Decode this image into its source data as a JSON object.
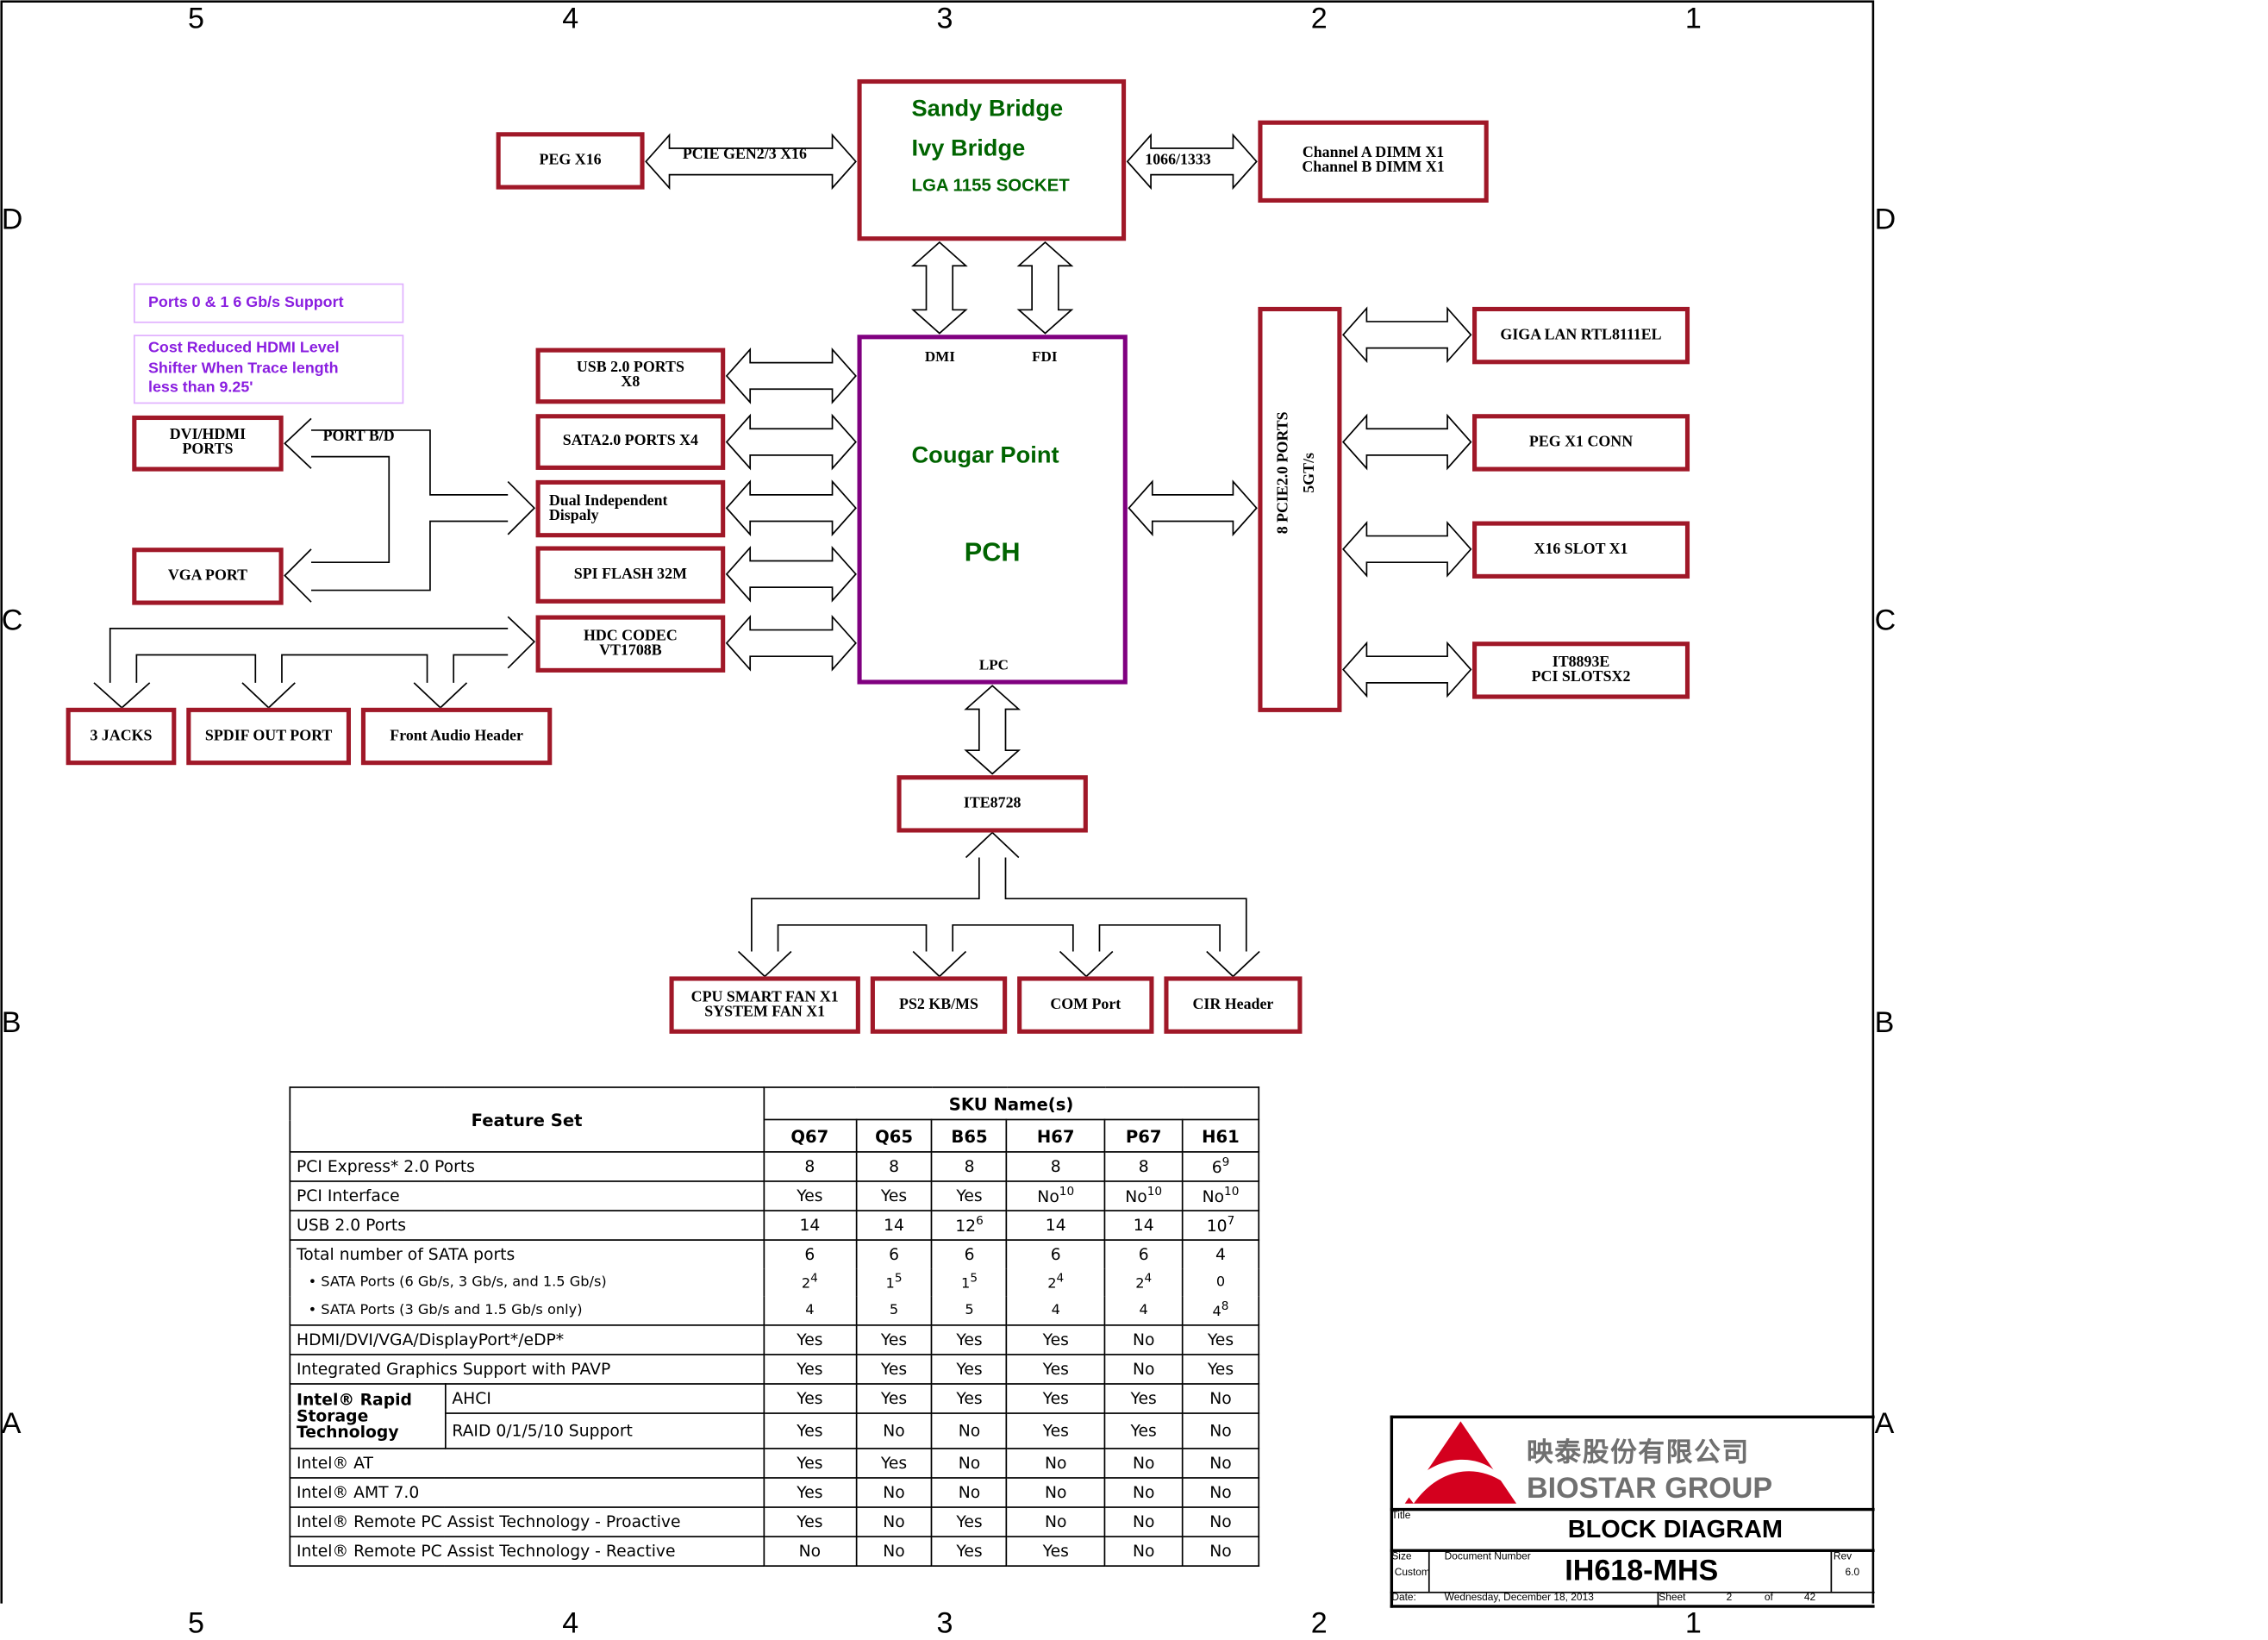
{
  "frame": {
    "columns": [
      "5",
      "4",
      "3",
      "2",
      "1"
    ],
    "rows": [
      "D",
      "C",
      "B",
      "A"
    ]
  },
  "cpu": {
    "line1": "Sandy Bridge",
    "line2": "Ivy Bridge",
    "line3": "LGA 1155 SOCKET"
  },
  "pch": {
    "dmi": "DMI",
    "fdi": "FDI",
    "name": "Cougar Point",
    "type": "PCH",
    "lpc": "LPC"
  },
  "links": {
    "pcie_gen": "PCIE GEN2/3 X16",
    "mem_speed": "1066/1333",
    "port_bd": "PORT B/D"
  },
  "blocks": {
    "peg_x16": "PEG X16",
    "dimm": "Channel A DIMM X1\nChannel B DIMM X1",
    "usb": "USB 2.0 PORTS\nX8",
    "sata": "SATA2.0 PORTS X4",
    "dual_display": "Dual Independent\nDispaly",
    "spi": "SPI FLASH 32M",
    "hdc": "HDC CODEC\nVT1708B",
    "dvi_hdmi": "DVI/HDMI\nPORTS",
    "vga": "VGA PORT",
    "jacks": "3 JACKS",
    "spdif": "SPDIF OUT PORT",
    "front_audio": "Front Audio Header",
    "pcie_ports": "8 PCIE2.0 PORTS",
    "pcie_speed": "5GT/s",
    "giga_lan": "GIGA LAN RTL8111EL",
    "peg_x1": "PEG X1 CONN",
    "x16_slot": "X16 SLOT X1",
    "pci_slots": "IT8893E\nPCI SLOTSX2",
    "ite": "ITE8728",
    "fan": "CPU SMART FAN X1\nSYSTEM FAN X1",
    "ps2": "PS2 KB/MS",
    "com": "COM Port",
    "cir": "CIR Header"
  },
  "notes": {
    "sata_note": "Ports 0 & 1 6 Gb/s Support",
    "hdmi_note": "Cost Reduced HDMI Level\nShifter When Trace length\nless than 9.25'"
  },
  "table": {
    "feature_header": "Feature Set",
    "sku_header": "SKU Name(s)",
    "skus": [
      "Q67",
      "Q65",
      "B65",
      "H67",
      "P67",
      "H61"
    ],
    "rows": [
      {
        "feature": "PCI Express* 2.0 Ports",
        "values": [
          "8",
          "8",
          "8",
          "8",
          "8",
          {
            "text": "6",
            "sup": "9"
          }
        ]
      },
      {
        "feature": "PCI Interface",
        "values": [
          "Yes",
          "Yes",
          "Yes",
          {
            "text": "No",
            "sup": "10"
          },
          {
            "text": "No",
            "sup": "10"
          },
          {
            "text": "No",
            "sup": "10"
          }
        ]
      },
      {
        "feature": "USB 2.0 Ports",
        "values": [
          "14",
          "14",
          {
            "text": "12",
            "sup": "6"
          },
          "14",
          "14",
          {
            "text": "10",
            "sup": "7"
          }
        ]
      },
      {
        "feature": "Total number of SATA ports",
        "values": [
          "6",
          "6",
          "6",
          "6",
          "6",
          "4"
        ],
        "subrows": [
          {
            "feature": "SATA Ports (6 Gb/s, 3 Gb/s, and 1.5 Gb/s)",
            "values": [
              {
                "text": "2",
                "sup": "4"
              },
              {
                "text": "1",
                "sup": "5"
              },
              {
                "text": "1",
                "sup": "5"
              },
              {
                "text": "2",
                "sup": "4"
              },
              {
                "text": "2",
                "sup": "4"
              },
              "0"
            ]
          },
          {
            "feature": "SATA Ports (3 Gb/s and 1.5 Gb/s only)",
            "values": [
              "4",
              "5",
              "5",
              "4",
              "4",
              {
                "text": "4",
                "sup": "8"
              }
            ]
          }
        ]
      },
      {
        "feature": "HDMI/DVI/VGA/DisplayPort*/eDP*",
        "values": [
          "Yes",
          "Yes",
          "Yes",
          "Yes",
          "No",
          "Yes"
        ]
      },
      {
        "feature": "Integrated Graphics Support with PAVP",
        "values": [
          "Yes",
          "Yes",
          "Yes",
          "Yes",
          "No",
          "Yes"
        ]
      },
      {
        "feature": "Intel® Rapid Storage Technology",
        "options": [
          {
            "feature": "AHCI",
            "values": [
              "Yes",
              "Yes",
              "Yes",
              "Yes",
              "Yes",
              "No"
            ]
          },
          {
            "feature": "RAID 0/1/5/10 Support",
            "values": [
              "Yes",
              "No",
              "No",
              "Yes",
              "Yes",
              "No"
            ]
          }
        ]
      },
      {
        "feature": "Intel® AT",
        "values": [
          "Yes",
          "Yes",
          "No",
          "No",
          "No",
          "No"
        ]
      },
      {
        "feature": "Intel® AMT 7.0",
        "values": [
          "Yes",
          "No",
          "No",
          "No",
          "No",
          "No"
        ]
      },
      {
        "feature": "Intel® Remote PC Assist Technology - Proactive",
        "values": [
          "Yes",
          "No",
          "Yes",
          "No",
          "No",
          "No"
        ]
      },
      {
        "feature": "Intel® Remote PC Assist Technology - Reactive",
        "values": [
          "No",
          "No",
          "Yes",
          "Yes",
          "No",
          "No"
        ]
      }
    ]
  },
  "title_block": {
    "logo_chinese": "映泰股份有限公司",
    "logo_english": "BIOSTAR GROUP",
    "title_label": "Title",
    "title": "BLOCK DIAGRAM",
    "size_label": "Size",
    "size": "Custom",
    "doc_label": "Document Number",
    "doc_number": "IH618-MHS",
    "rev_label": "Rev",
    "rev": "6.0",
    "date_label": "Date:",
    "date": "Wednesday, December 18, 2013",
    "sheet_label": "Sheet",
    "sheet": "2",
    "of_label": "of",
    "sheets": "42"
  },
  "colors": {
    "block_border": "#a01828",
    "pch_border": "#800080",
    "chip_text": "#006400",
    "note_text": "#8a1ee0",
    "logo_red": "#d4001e",
    "logo_gray": "#707070"
  }
}
